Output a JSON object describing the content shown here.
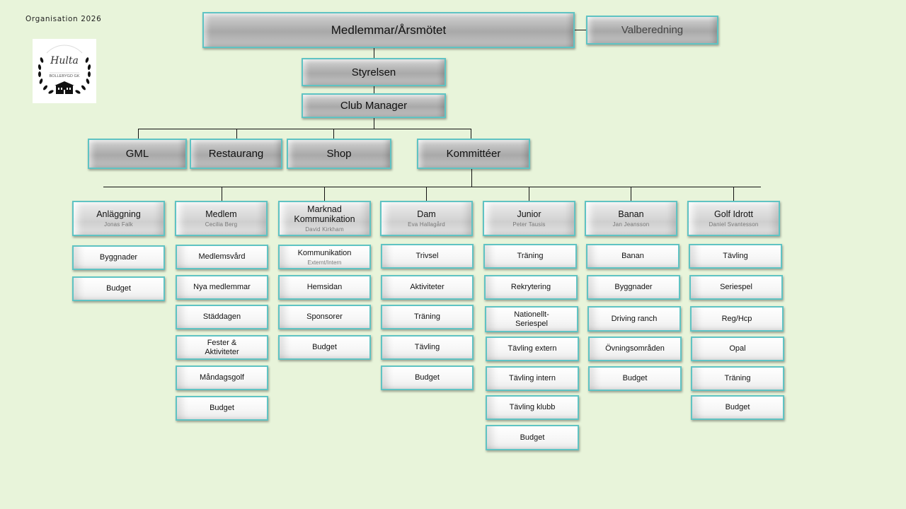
{
  "page": {
    "title": "Organisation 2026",
    "logo": {
      "script_text": "Hulta",
      "club_text": "BOLLEBYGD GK",
      "icon": "wreath-manor-logo"
    }
  },
  "top": {
    "root": "Medlemmar/Årsmötet",
    "side": "Valberedning",
    "board": "Styrelsen",
    "manager": "Club Manager"
  },
  "departments": [
    "GML",
    "Restaurang",
    "Shop",
    "Kommittéer"
  ],
  "committees": [
    {
      "name": "Anläggning",
      "lead": "Jonas Falk",
      "items": [
        {
          "label": "Byggnader"
        },
        {
          "label": "Budget"
        }
      ]
    },
    {
      "name": "Medlem",
      "lead": "Cecilia Berg",
      "items": [
        {
          "label": "Medlemsvård"
        },
        {
          "label": "Nya medlemmar"
        },
        {
          "label": "Städdagen"
        },
        {
          "label": "Fester & Aktiviteter"
        },
        {
          "label": "Måndagsgolf"
        },
        {
          "label": "Budget"
        }
      ]
    },
    {
      "name": "Marknad Kommunikation",
      "lead": "David Kirkham",
      "items": [
        {
          "label": "Kommunikation",
          "sub": "Externt/Intern"
        },
        {
          "label": "Hemsidan"
        },
        {
          "label": "Sponsorer"
        },
        {
          "label": "Budget"
        }
      ]
    },
    {
      "name": "Dam",
      "lead": "Eva Hallagård",
      "items": [
        {
          "label": "Trivsel"
        },
        {
          "label": "Aktiviteter"
        },
        {
          "label": "Träning"
        },
        {
          "label": "Tävling"
        },
        {
          "label": "Budget"
        }
      ]
    },
    {
      "name": "Junior",
      "lead": "Peter Tausis",
      "items": [
        {
          "label": "Träning"
        },
        {
          "label": "Rekrytering"
        },
        {
          "label": "Nationellt-Seriespel"
        },
        {
          "label": "Tävling extern"
        },
        {
          "label": "Tävling intern"
        },
        {
          "label": "Tävling klubb"
        },
        {
          "label": "Budget"
        }
      ]
    },
    {
      "name": "Banan",
      "lead": "Jan Jeansson",
      "items": [
        {
          "label": "Banan"
        },
        {
          "label": "Byggnader"
        },
        {
          "label": "Driving ranch"
        },
        {
          "label": "Övningsområden"
        },
        {
          "label": "Budget"
        }
      ]
    },
    {
      "name": "Golf Idrott",
      "lead": "Daniel Svantesson",
      "items": [
        {
          "label": "Tävling"
        },
        {
          "label": "Seriespel"
        },
        {
          "label": "Reg/Hcp"
        },
        {
          "label": "Opal"
        },
        {
          "label": "Träning"
        },
        {
          "label": "Budget"
        }
      ]
    }
  ]
}
